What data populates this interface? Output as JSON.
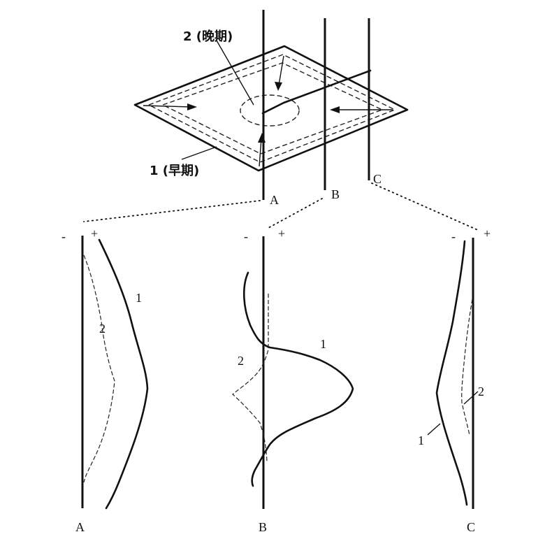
{
  "top": {
    "late_label": "2 (晚期)",
    "early_label": "1 (早期)",
    "pile_a": "A",
    "pile_b": "B",
    "pile_c": "C"
  },
  "panels": {
    "a": {
      "minus": "-",
      "plus": "+",
      "curve1": "1",
      "curve2": "2",
      "name": "A"
    },
    "b": {
      "minus": "-",
      "plus": "+",
      "curve1": "1",
      "curve2": "2",
      "name": "B"
    },
    "c": {
      "minus": "-",
      "plus": "+",
      "curve1": "1",
      "curve2": "2",
      "name": "C"
    }
  }
}
